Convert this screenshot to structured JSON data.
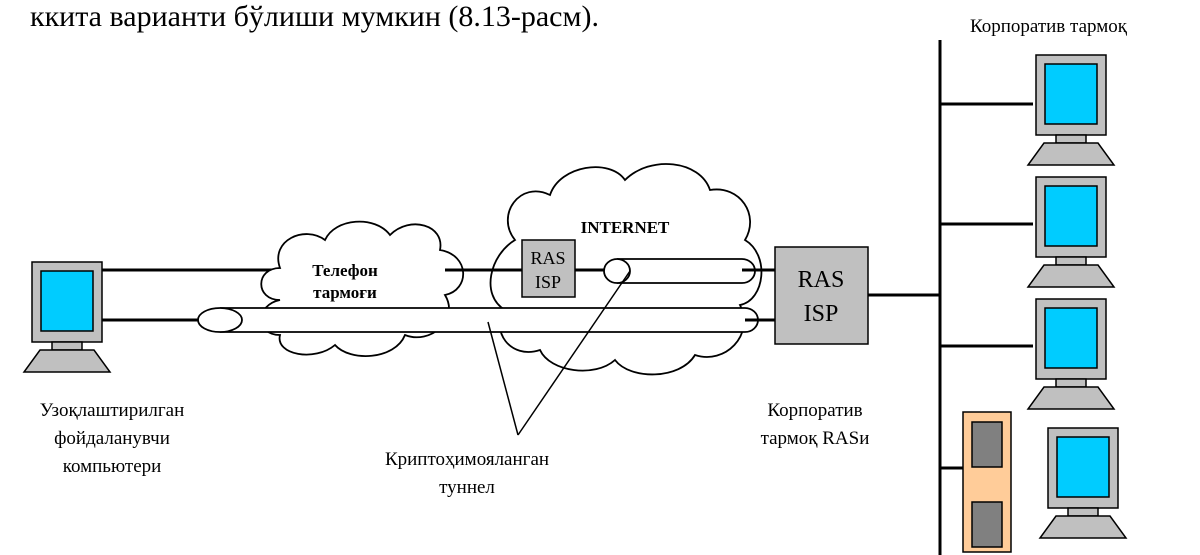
{
  "header_text": "ккита варианти бўлиши мумкин (8.13-расм).",
  "corporate_network_label": "Корпоратив тармоқ",
  "internet_label": "INTERNET",
  "phone_network_label": [
    "Телефон",
    "тармоғи"
  ],
  "ras_isp_small": [
    "RAS",
    "ISP"
  ],
  "ras_isp_large": [
    "RAS",
    "ISP"
  ],
  "remote_user_label": [
    "Узоқлаштирилган",
    "фойдаланувчи",
    "компьютери"
  ],
  "corporate_ras_label": [
    "Корпоратив",
    "тармоқ RASи"
  ],
  "tunnel_label": [
    "Криптоҳимояланган",
    "туннел"
  ],
  "colors": {
    "screen": "#00ccff",
    "monitor_frame": "#c0c0c0",
    "ras_box": "#c0c0c0",
    "server_panel": "#ffcc99",
    "server_block": "#808080",
    "line": "#000000"
  }
}
